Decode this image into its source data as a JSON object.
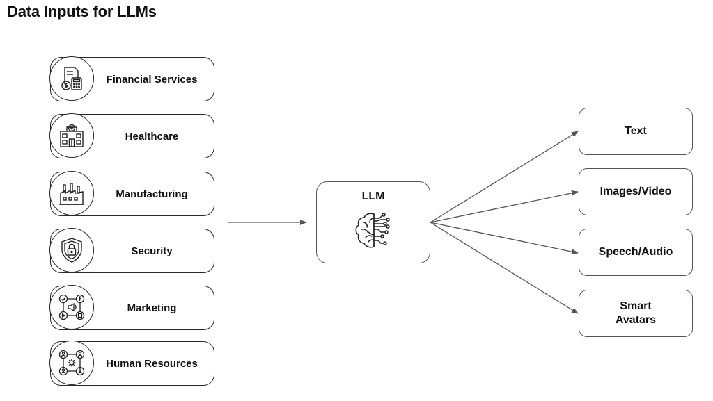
{
  "title": "Data Inputs for LLMs",
  "inputs": [
    {
      "label": "Financial Services",
      "icon": "finance-icon"
    },
    {
      "label": "Healthcare",
      "icon": "hospital-icon"
    },
    {
      "label": "Manufacturing",
      "icon": "factory-icon"
    },
    {
      "label": "Security",
      "icon": "shield-lock-icon"
    },
    {
      "label": "Marketing",
      "icon": "social-media-icon"
    },
    {
      "label": "Human Resources",
      "icon": "people-network-icon"
    }
  ],
  "center": {
    "label": "LLM",
    "icon": "brain-circuit-icon"
  },
  "outputs": [
    {
      "label": "Text"
    },
    {
      "label": "Images/Video"
    },
    {
      "label": "Speech/Audio"
    },
    {
      "label": "Smart\nAvatars"
    }
  ],
  "colors": {
    "stroke": "#2a2a2a",
    "arrow": "#555555",
    "background": "#ffffff"
  }
}
